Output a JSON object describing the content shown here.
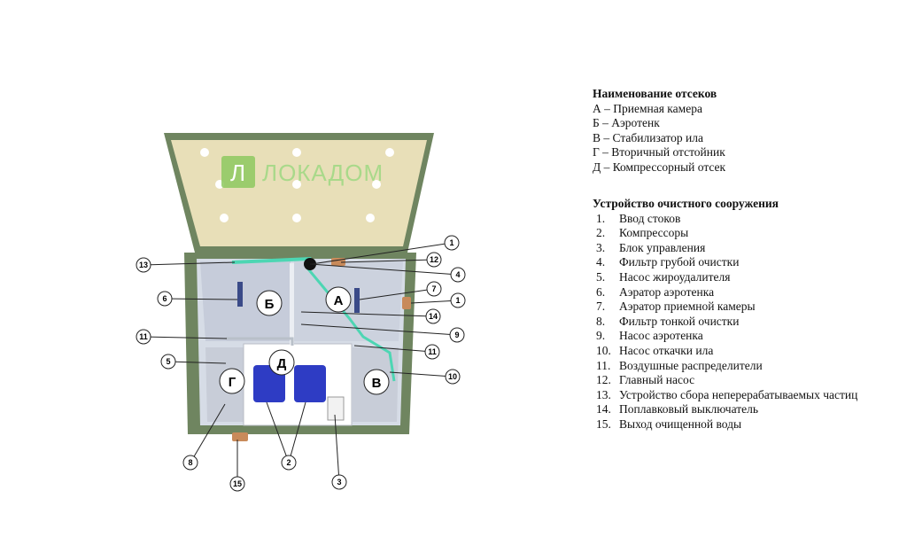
{
  "brand": {
    "logo_letter": "Л",
    "name": "ЛОКАДОМ"
  },
  "colors": {
    "lid": "#e8dfb8",
    "body": "#6f8560",
    "accent_green": "#8dc95f",
    "pipe": "#4dd6b3",
    "compressor": "#2e3cc4"
  },
  "zones": {
    "A": "А",
    "B": "Б",
    "V": "В",
    "G": "Г",
    "D": "Д"
  },
  "callouts": [
    "1",
    "12",
    "4",
    "7",
    "1",
    "14",
    "9",
    "11",
    "10",
    "13",
    "6",
    "11",
    "5",
    "8",
    "15",
    "2",
    "3"
  ],
  "legend_sections": {
    "title": "Наименование отсеков",
    "items": [
      "А – Приемная камера",
      "Б – Аэротенк",
      "В – Стабилизатор ила",
      "Г – Вторичный отстойник",
      "Д – Компрессорный отсек"
    ]
  },
  "legend_devices": {
    "title": "Устройство очистного сооружения",
    "items": [
      {
        "num": "1.",
        "text": "Ввод стоков"
      },
      {
        "num": "2.",
        "text": "Компрессоры"
      },
      {
        "num": "3.",
        "text": "Блок управления"
      },
      {
        "num": "4.",
        "text": "Фильтр грубой очистки"
      },
      {
        "num": "5.",
        "text": "Насос жироудалителя"
      },
      {
        "num": "6.",
        "text": "Аэратор аэротенка"
      },
      {
        "num": "7.",
        "text": "Аэратор приемной камеры"
      },
      {
        "num": "8.",
        "text": "Фильтр тонкой очистки"
      },
      {
        "num": "9.",
        "text": "Насос аэротенка"
      },
      {
        "num": "10.",
        "text": "Насос откачки ила"
      },
      {
        "num": "11.",
        "text": "Воздушные распределители"
      },
      {
        "num": "12.",
        "text": "Главный насос"
      },
      {
        "num": "13.",
        "text": "Устройство сбора неперерабатываемых частиц"
      },
      {
        "num": "14.",
        "text": "Поплавковый выключатель"
      },
      {
        "num": "15.",
        "text": "Выход очищенной воды"
      }
    ]
  }
}
